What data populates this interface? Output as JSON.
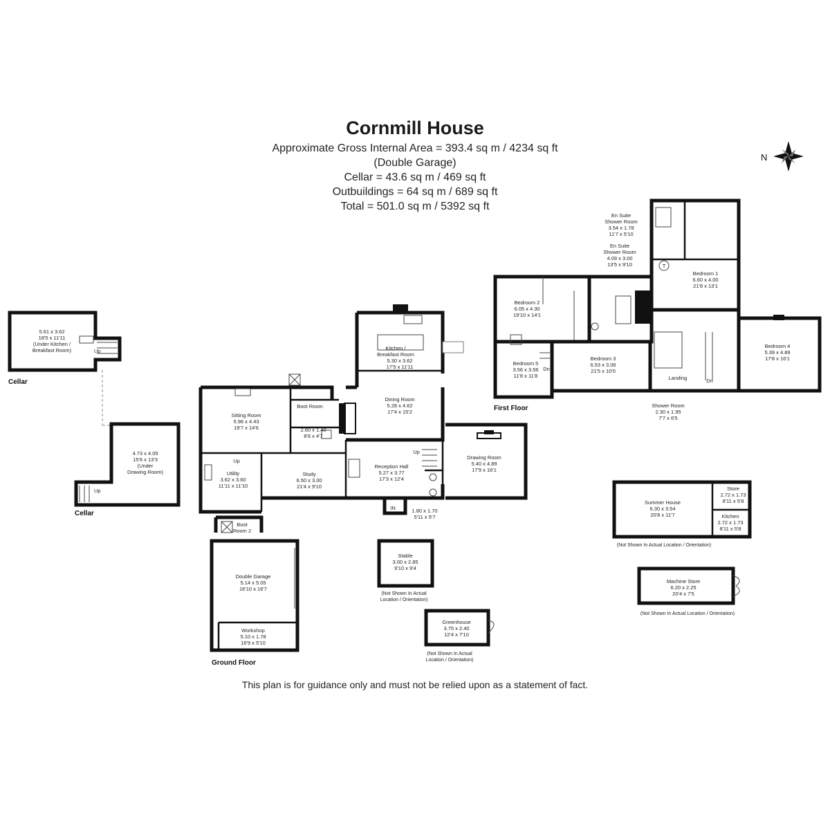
{
  "header": {
    "title": "Cornmill House",
    "lines": [
      "Approximate Gross Internal Area = 393.4 sq m / 4234 sq ft",
      "(Double Garage)",
      "Cellar = 43.6 sq m / 469 sq ft",
      "Outbuildings = 64 sq m / 689 sq ft",
      "Total = 501.0 sq m / 5392 sq ft"
    ]
  },
  "compass": {
    "label": "N"
  },
  "floor_labels": {
    "cellar_1": "Cellar",
    "cellar_2": "Cellar",
    "ground": "Ground Floor",
    "first": "First Floor"
  },
  "rooms": {
    "cellar_kitchen": [
      "5.61 x 3.62",
      "18'5 x 11'11",
      "(Under Kitchen /",
      "Breakfast  Room)"
    ],
    "cellar_drawing": [
      "4.73 x 4.05",
      "15'6 x 13'3",
      "(Under",
      "Drawing Room)"
    ],
    "kitchen": [
      "Kitchen /",
      "Breakfast Room",
      "5.30 x 3.62",
      "17'5 x 11'11"
    ],
    "dining": [
      "Dining Room",
      "5.28 x 4.62",
      "17'4 x 15'2"
    ],
    "sitting": [
      "Sitting Room",
      "5.96 x 4.43",
      "19'7 x 14'6"
    ],
    "boot1": [
      "Boot Room"
    ],
    "store_small": [
      "2.60 x 1.40",
      "8'6 x 4'7"
    ],
    "utility": [
      "Utility",
      "3.62 x 3.60",
      "11'11 x 11'10"
    ],
    "study": [
      "Study",
      "6.50 x 3.00",
      "21'4 x 9'10"
    ],
    "reception": [
      "Reception Hall",
      "5.27 x 3.77",
      "17'3 x 12'4"
    ],
    "drawing": [
      "Drawing Room",
      "5.40 x 4.89",
      "17'9 x 16'1"
    ],
    "porch": [
      "1.80 x 1.70",
      "5'11 x 5'7"
    ],
    "boot2": [
      "Boot",
      "Room 2"
    ],
    "garage": [
      "Double Garage",
      "5.14 x 5.05",
      "16'10 x 16'7"
    ],
    "workshop": [
      "Workshop",
      "5.10 x 1.78",
      "16'9 x 5'10"
    ],
    "stable": [
      "Stable",
      "3.00 x 2.85",
      "9'10 x 9'4"
    ],
    "greenhouse": [
      "Greenhouse",
      "3.75 x 2.40",
      "12'4 x 7'10"
    ],
    "ensuite1": [
      "En Suite",
      "Shower Room",
      "3.54 x 1.78",
      "11'7 x 5'10"
    ],
    "ensuite2": [
      "En Suite",
      "Shower Room",
      "4.09 x 3.00",
      "13'5 x 9'10"
    ],
    "bedroom1": [
      "Bedroom 1",
      "6.60 x 4.00",
      "21'8 x 13'1"
    ],
    "bedroom2": [
      "Bedroom 2",
      "6.05 x 4.30",
      "19'10 x 14'1"
    ],
    "bedroom3": [
      "Bedroom 3",
      "6.53 x 3.06",
      "21'5 x 10'0"
    ],
    "bedroom4": [
      "Bedroom 4",
      "5.39 x 4.89",
      "17'8 x 16'1"
    ],
    "bedroom5": [
      "Bedroom 5",
      "3.56 x 3.56",
      "11'8 x 11'8"
    ],
    "shower": [
      "Shower Room",
      "2.30 x 1.95",
      "7'7 x 6'5"
    ],
    "landing": [
      "Landing"
    ],
    "summer": [
      "Summer House",
      "6.30 x 3.54",
      "20'8 x 11'7"
    ],
    "store_out": [
      "Store",
      "2.72 x 1.73",
      "8'11 x 5'8"
    ],
    "kitchen_out": [
      "Kitchen",
      "2.72 x 1.73",
      "8'11 x 5'8"
    ],
    "machine": [
      "Machine Store",
      "6.20 x 2.25",
      "20'4 x 7'5"
    ]
  },
  "markers": {
    "up": "Up",
    "dn": "Dn",
    "in": "IN",
    "t": "T"
  },
  "notes": {
    "stable": [
      "(Not Shown In Actual",
      "Location / Orientation)"
    ],
    "greenhouse": [
      "(Not Shown In Actual",
      "Location / Orientation)"
    ],
    "summer": "(Not Shown In Actual Location / Orientation)",
    "machine": "(Not Shown In Actual Location / Orientation)"
  },
  "disclaimer": "This plan is for guidance only and must not be relied upon as a statement of fact."
}
